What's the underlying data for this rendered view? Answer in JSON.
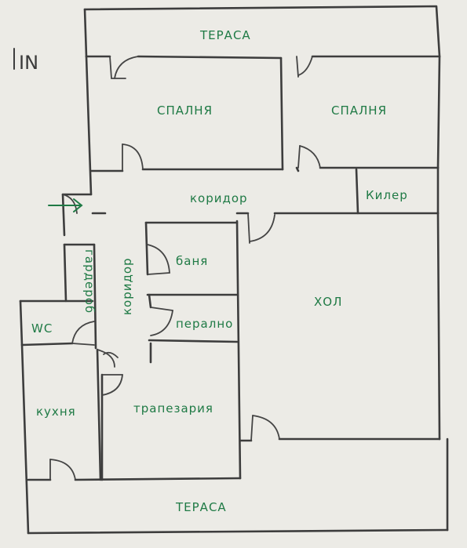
{
  "north_label": "IN",
  "rooms": {
    "terrace_top": "ТЕРАСА",
    "bedroom_left": "СПАЛНЯ",
    "bedroom_right": "СПАЛНЯ",
    "corridor_h": "коридор",
    "storage": "Килер",
    "wardrobe": "гардероб",
    "corridor_v": "коридор",
    "bathroom": "баня",
    "laundry": "перално",
    "wc": "WC",
    "living": "ХОЛ",
    "kitchen": "кухня",
    "dining": "трапезария",
    "terrace_bottom": "ТЕРАСА"
  },
  "colors": {
    "label": "#1f7a45",
    "wall": "#3d3d3d",
    "paper": "#ecebe6"
  }
}
